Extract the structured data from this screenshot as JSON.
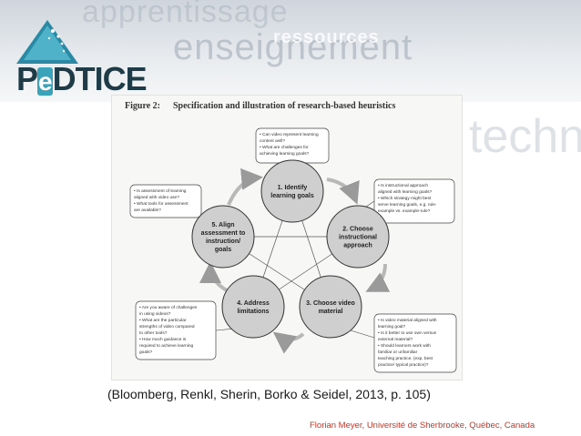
{
  "header": {
    "watermark_words": [
      "apprentissage",
      "enseignement",
      "ressources",
      "technologie"
    ],
    "logo_text_prefix": "P",
    "logo_text_e": "e",
    "logo_text_suffix": "DTICE"
  },
  "figure": {
    "caption_number": "Figure 2:",
    "caption_title": "Specification and illustration of research-based heuristics",
    "steps": [
      {
        "label_lines": [
          "1. Identify",
          "learning goals"
        ]
      },
      {
        "label_lines": [
          "2. Choose",
          "instructional",
          "approach"
        ]
      },
      {
        "label_lines": [
          "3. Choose video",
          "material"
        ]
      },
      {
        "label_lines": [
          "4. Address",
          "limitations"
        ]
      },
      {
        "label_lines": [
          "5. Align",
          "assessment to",
          "instruction/",
          "goals"
        ]
      }
    ],
    "notes": [
      {
        "lines": [
          "• Can video represent learning",
          "  content well?",
          "• What are challenges for",
          "  achieving learning goals?"
        ]
      },
      {
        "lines": [
          "• Is instructional approach",
          "  aligned with learning goals?",
          "• Which strategy might best",
          "  serve learning goals, e.g. rule-",
          "  example vs. example-rule?"
        ]
      },
      {
        "lines": [
          "• Is video material aligned with",
          "  learning goal?",
          "• Is it better to use own versus",
          "  external material?",
          "• Should learners work with",
          "  familiar or unfamiliar",
          "  teaching practice, (exp. best",
          "  practice/ typical practice)?"
        ]
      },
      {
        "lines": [
          "• Are you aware of challenges",
          "  in using videos?",
          "• What are the particular",
          "  strengths of video compared",
          "  to other tools?",
          "• How much guidance is",
          "  required to achieve learning",
          "  goals?"
        ]
      },
      {
        "lines": [
          "• Is assessment of learning",
          "  aligned with video use?",
          "• What tools for assessment",
          "  are available?"
        ]
      }
    ]
  },
  "citation": "(Bloomberg, Renkl, Sherin, Borko & Seidel, 2013, p. 105)",
  "credit": "Florian Meyer, Université de Sherbrooke, Québec, Canada"
}
